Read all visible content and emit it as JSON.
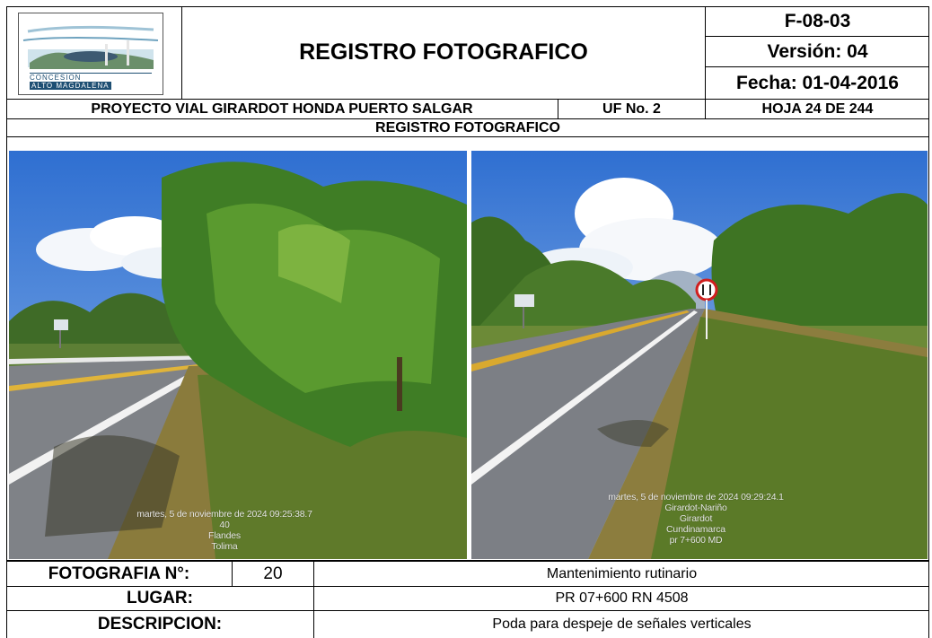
{
  "header": {
    "title": "REGISTRO FOTOGRAFICO",
    "code": "F-08-03",
    "version": "Versión: 04",
    "date": "Fecha: 01-04-2016",
    "logo_text_1": "CONCESION",
    "logo_text_2": "ALTO MAGDALENA"
  },
  "project": {
    "name": "PROYECTO VIAL GIRARDOT HONDA PUERTO SALGAR",
    "uf": "UF No. 2",
    "sheet": "HOJA 24 DE 244"
  },
  "section_title": "REGISTRO FOTOGRAFICO",
  "photo_left": {
    "stamp": [
      "martes, 5 de noviembre de 2024 09:25:38.7",
      "40",
      "Flandes",
      "Tolima"
    ]
  },
  "photo_right": {
    "stamp": [
      "martes, 5 de noviembre de 2024 09:29:24.1",
      "Girardot-Nariño",
      "Girardot",
      "Cundinamarca",
      "pr 7+600 MD"
    ]
  },
  "footer": {
    "photo_number_label": "FOTOGRAFIA N°:",
    "photo_number": "20",
    "activity": "Mantenimiento rutinario",
    "place_label": "LUGAR:",
    "place": "PR 07+600 RN 4508",
    "description_label": "DESCRIPCION:",
    "description": "Poda para despeje de señales verticales"
  }
}
